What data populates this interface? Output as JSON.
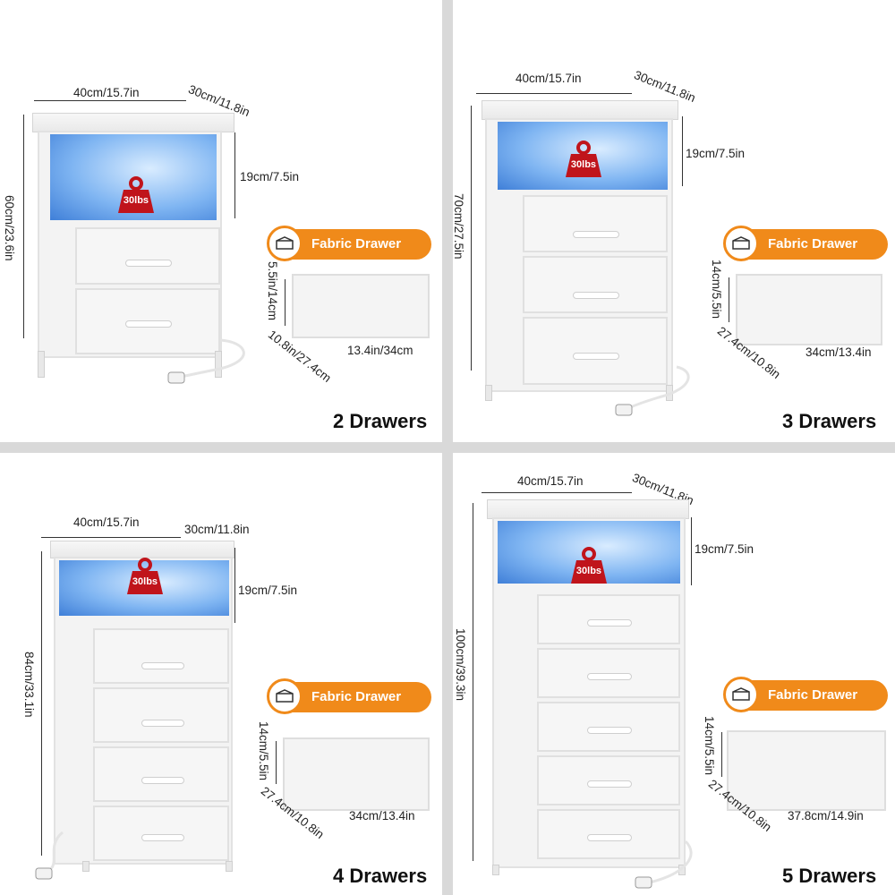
{
  "panels": {
    "p2": {
      "caption": "2 Drawers",
      "width_label": "40cm/15.7in",
      "depth_label": "30cm/11.8in",
      "height_label": "60cm/23.6in",
      "shelf_label": "19cm/7.5in",
      "weight_label": "30lbs",
      "badge_label": "Fabric Drawer",
      "box_height_label": "5.5in/14cm",
      "box_depth_label": "10.8in/27.4cm",
      "box_width_label": "13.4in/34cm"
    },
    "p3": {
      "caption": "3 Drawers",
      "width_label": "40cm/15.7in",
      "depth_label": "30cm/11.8in",
      "height_label": "70cm/27.5in",
      "shelf_label": "19cm/7.5in",
      "weight_label": "30lbs",
      "badge_label": "Fabric Drawer",
      "box_height_label": "14cm/5.5in",
      "box_depth_label": "27.4cm/10.8in",
      "box_width_label": "34cm/13.4in"
    },
    "p4": {
      "caption": "4 Drawers",
      "width_label": "40cm/15.7in",
      "depth_label": "30cm/11.8in",
      "height_label": "84cm/33.1in",
      "shelf_label": "19cm/7.5in",
      "weight_label": "30lbs",
      "badge_label": "Fabric Drawer",
      "box_height_label": "14cm/5.5in",
      "box_depth_label": "27.4cm/10.8in",
      "box_width_label": "34cm/13.4in"
    },
    "p5": {
      "caption": "5 Drawers",
      "width_label": "40cm/15.7in",
      "depth_label": "30cm/11.8in",
      "height_label": "100cm/39.3in",
      "shelf_label": "19cm/7.5in",
      "weight_label": "30lbs",
      "badge_label": "Fabric Drawer",
      "box_height_label": "14cm/5.5in",
      "box_depth_label": "27.4cm/10.8in",
      "box_width_label": "37.8cm/14.9in"
    }
  },
  "colors": {
    "badge": "#f08a1a",
    "weight": "#c0141b",
    "led": "#4a8ce0"
  }
}
